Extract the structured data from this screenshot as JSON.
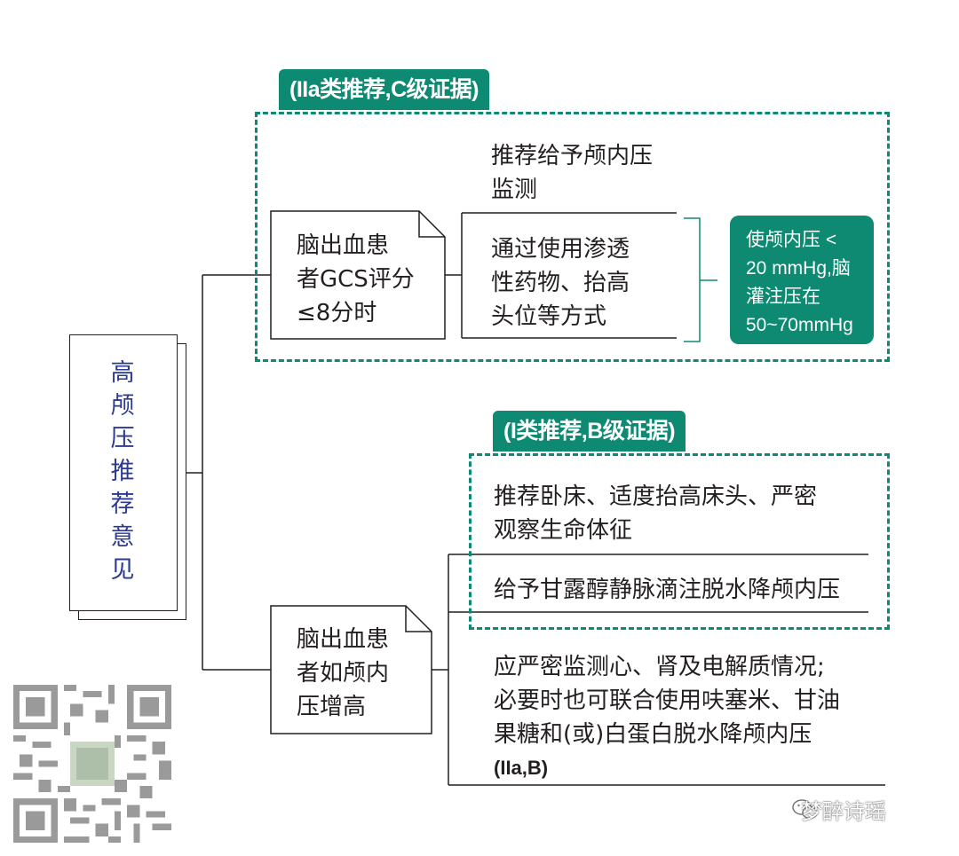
{
  "root": {
    "chars": [
      "高",
      "颅",
      "压",
      "推",
      "荐",
      "意",
      "见"
    ]
  },
  "branch1": {
    "condition_lines": [
      "脑出血患",
      "者GCS评分",
      "≤8分时"
    ],
    "tag": "(IIa类推荐,C级证据)",
    "item1_lines": [
      "推荐给予颅内压",
      "监测"
    ],
    "item2_lines": [
      "通过使用渗透",
      "性药物、抬高",
      "头位等方式"
    ],
    "target_lines": [
      "使颅内压 <",
      "20 mmHg,脑",
      "灌注压在",
      "50~70mmHg"
    ]
  },
  "branch2": {
    "condition_lines": [
      "脑出血患",
      "者如颅内",
      "压增高"
    ],
    "tag": "(I类推荐,B级证据)",
    "item1_lines": [
      "推荐卧床、适度抬高床头、严密",
      "观察生命体征"
    ],
    "item2": "给予甘露醇静脉滴注脱水降颅内压",
    "item3_lines": [
      "应严密监测心、肾及电解质情况;",
      "必要时也可联合使用呋塞米、甘油",
      "果糖和(或)白蛋白脱水降颅内压",
      "(IIa,B)"
    ]
  },
  "watermark": "梦醉诗瑶",
  "icons": {
    "qr": "qr-code-icon",
    "wechat": "wechat-icon"
  },
  "colors": {
    "accent": "#0e8a73",
    "root_text": "#2b3990"
  }
}
